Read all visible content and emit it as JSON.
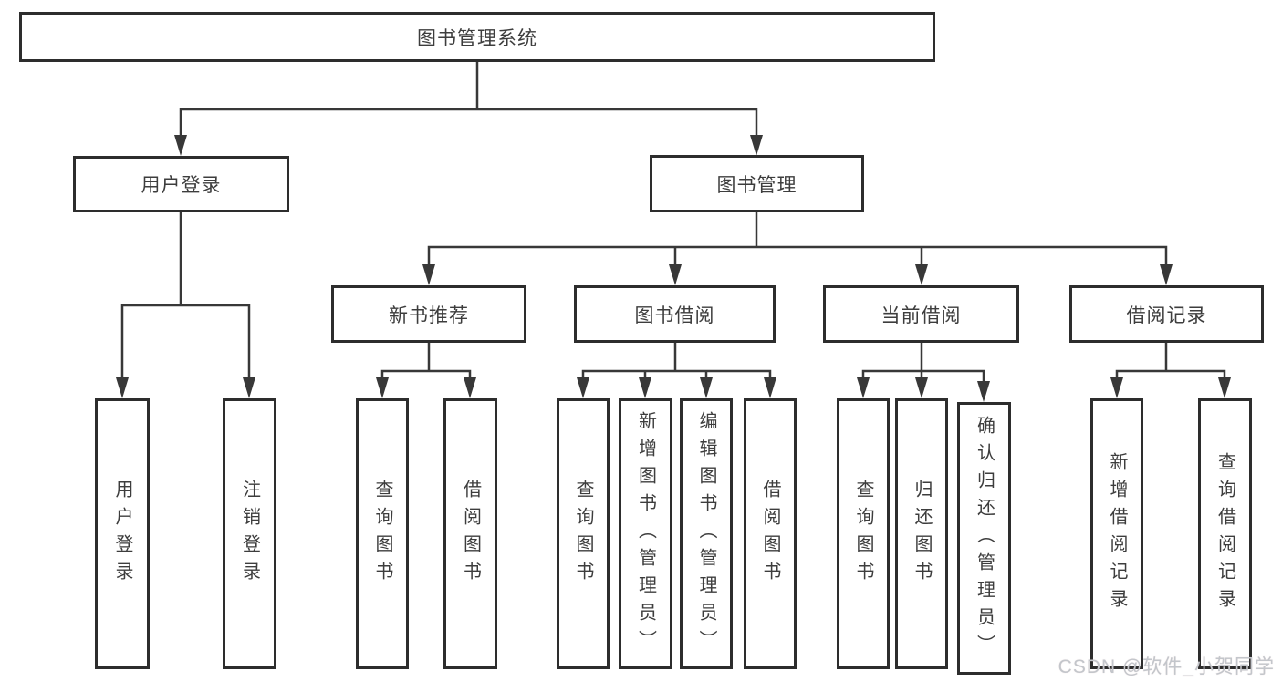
{
  "diagram": {
    "root": {
      "label": "图书管理系统"
    },
    "level2": {
      "user_login": {
        "label": "用户登录"
      },
      "book_mgmt": {
        "label": "图书管理"
      }
    },
    "level3": {
      "new_books": {
        "label": "新书推荐"
      },
      "book_borrow": {
        "label": "图书借阅"
      },
      "current_borrow": {
        "label": "当前借阅"
      },
      "borrow_records": {
        "label": "借阅记录"
      }
    },
    "leaves": {
      "user_login": {
        "label": "用户登录"
      },
      "logout": {
        "label": "注销登录"
      },
      "nb_query": {
        "label": "查询图书"
      },
      "nb_borrow": {
        "label": "借阅图书"
      },
      "bb_query": {
        "label": "查询图书"
      },
      "bb_add": {
        "label": "新增图书（管理员）"
      },
      "bb_edit": {
        "label": "编辑图书（管理员）"
      },
      "bb_borrow": {
        "label": "借阅图书"
      },
      "cb_query": {
        "label": "查询图书"
      },
      "cb_return": {
        "label": "归还图书"
      },
      "cb_confirm": {
        "label": "确认归还（管理员）"
      },
      "rec_add": {
        "label": "新增借阅记录"
      },
      "rec_query": {
        "label": "查询借阅记录"
      }
    },
    "hierarchy": {
      "图书管理系统": {
        "用户登录": [
          "用户登录",
          "注销登录"
        ],
        "图书管理": {
          "新书推荐": [
            "查询图书",
            "借阅图书"
          ],
          "图书借阅": [
            "查询图书",
            "新增图书（管理员）",
            "编辑图书（管理员）",
            "借阅图书"
          ],
          "当前借阅": [
            "查询图书",
            "归还图书",
            "确认归还（管理员）"
          ],
          "借阅记录": [
            "新增借阅记录",
            "查询借阅记录"
          ]
        }
      }
    }
  },
  "watermark": {
    "text": "CSDN @软件_小贺同学"
  },
  "colors": {
    "background": "#ffffff",
    "line": "#383838",
    "border": "#2d2d2d",
    "text": "#3d3d3d",
    "watermark": "#c3c6cb"
  }
}
